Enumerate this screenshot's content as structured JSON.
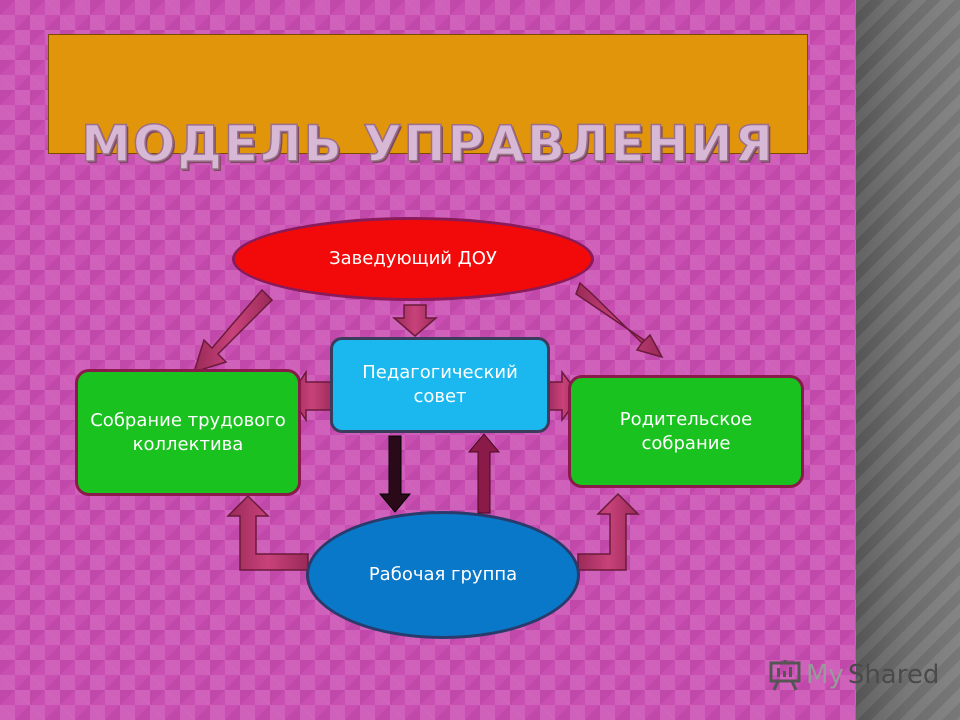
{
  "title": "МОДЕЛЬ УПРАВЛЕНИЯ",
  "nodes": {
    "head": "Заведующий ДОУ",
    "council": "Педагогический совет",
    "staff_meeting": "Собрание трудового коллектива",
    "parent_meeting": "Родительское собрание",
    "work_group": "Рабочая группа"
  },
  "watermark": {
    "part1": "My",
    "part2": "Shared"
  },
  "colors": {
    "background": "#c94fb3",
    "title_bar": "#e0950a",
    "head_fill": "#f20a0a",
    "council_fill": "#1ab8ef",
    "side_fill": "#19c21e",
    "work_group_fill": "#0a78c8",
    "arrow_fill": "#b8336a"
  }
}
